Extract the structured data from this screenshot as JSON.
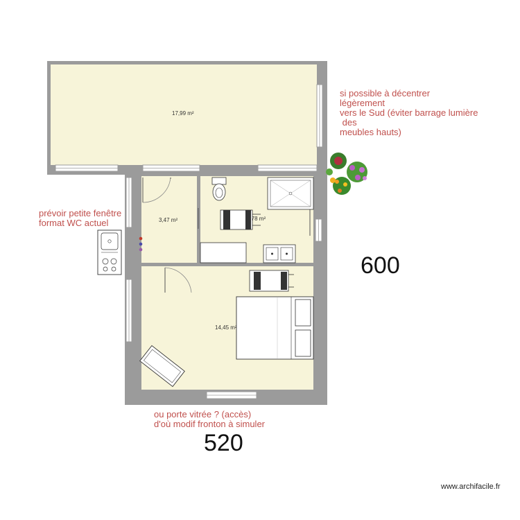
{
  "plan": {
    "colors": {
      "wall": "#9b9b9b",
      "floor": "#f7f4d9",
      "furniture_stroke": "#333333",
      "note_text": "#c0504d"
    },
    "rooms": [
      {
        "id": "living",
        "area": "17,99 m²"
      },
      {
        "id": "wc",
        "area": "3,47 m²"
      },
      {
        "id": "bathroom",
        "area": "6,78 m²"
      },
      {
        "id": "bedroom",
        "area": "14,45 m²"
      }
    ],
    "notes": {
      "south_shift": "si possible à décentrer\nlégèrement\nvers le Sud (éviter barrage lumière\n des\nmeubles hauts)",
      "wc_window": "prévoir petite fenêtre\nformat WC actuel",
      "glass_door": "ou porte vitrée ? (accès)\nd'où modif fronton à simuler"
    },
    "dimensions": {
      "height_label": "600",
      "width_label": "520"
    },
    "watermark": "www.archifacile.fr"
  }
}
